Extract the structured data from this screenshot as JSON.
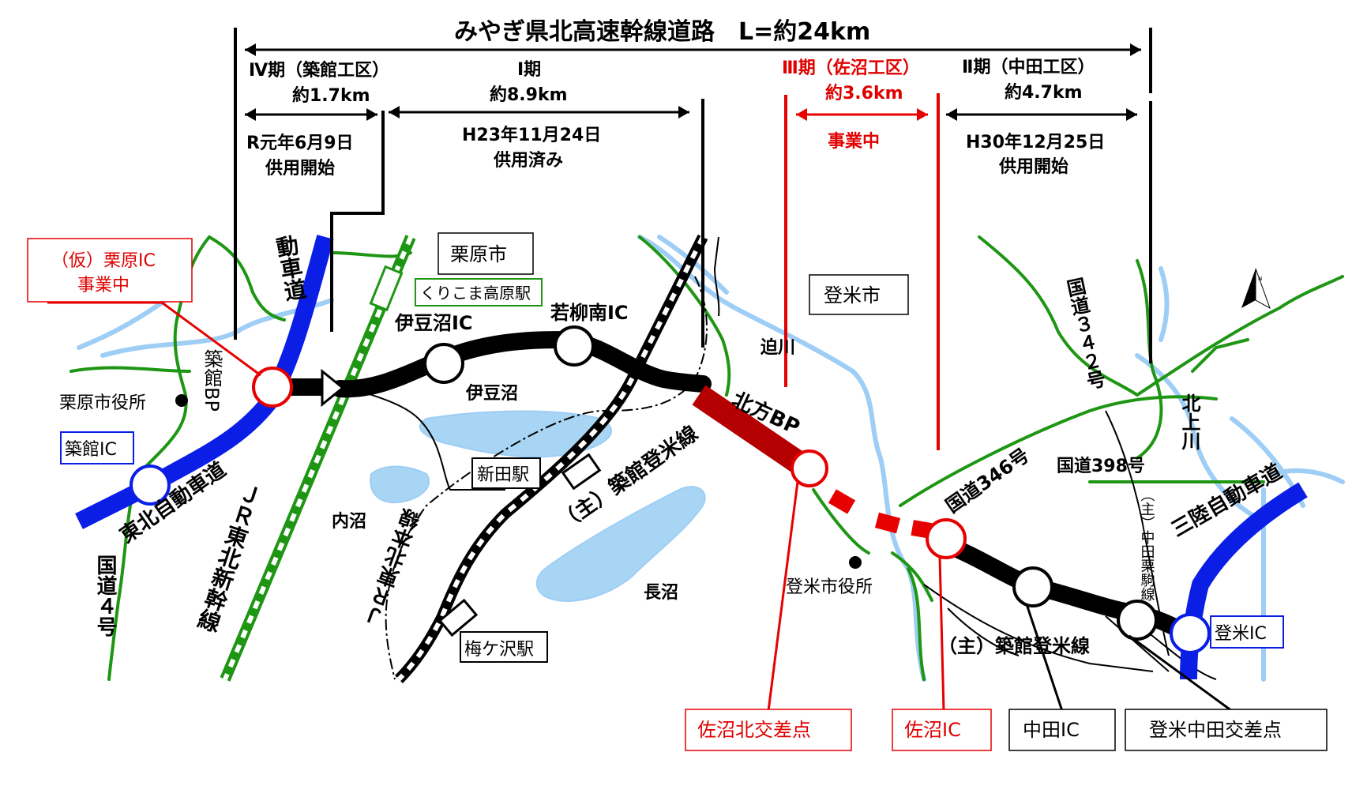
{
  "title": "みやぎ県北高速幹線道路　L=約24km",
  "sections": {
    "iv": {
      "name": "Ⅳ期（築館工区）",
      "length": "約1.7km",
      "status_line1": "R元年6月9日",
      "status_line2": "供用開始"
    },
    "i": {
      "name": "Ⅰ期",
      "length": "約8.9km",
      "status_line1": "H23年11月24日",
      "status_line2": "供用済み"
    },
    "iii": {
      "name": "Ⅲ期（佐沼工区）",
      "length": "約3.6km",
      "status_line1": "事業中"
    },
    "ii": {
      "name": "Ⅱ期（中田工区）",
      "length": "約4.7km",
      "status_line1": "H30年12月25日",
      "status_line2": "供用開始"
    }
  },
  "callouts": {
    "kurihara_ic_line1": "（仮）栗原IC",
    "kurihara_ic_line2": "事業中",
    "sanuma_kita": "佐沼北交差点",
    "sanuma_ic": "佐沼IC",
    "nakada_ic": "中田IC",
    "tome_nakada": "登米中田交差点"
  },
  "boxes": {
    "kurihara_city": "栗原市",
    "tome_city": "登米市",
    "kurikoma_station": "くりこま高原駅",
    "nitta_station": "新田駅",
    "umegasawa_station": "梅ケ沢駅",
    "tsukidate_ic": "築館IC",
    "tome_ic": "登米IC"
  },
  "labels": {
    "izunuma_ic": "伊豆沼IC",
    "wakayanagi_minami_ic": "若柳南IC",
    "izunuma": "伊豆沼",
    "uchinuma": "内沼",
    "naganuma": "長沼",
    "hasama_river": "迫川",
    "kitakami_river": "北上川",
    "kitakata_bp": "北方BP",
    "tsukidate_bp": "築館BP",
    "kurihara_office": "栗原市役所",
    "tome_office": "登米市役所",
    "tohoku_expressway_top": "動車道",
    "tohoku_expressway": "東北自動車道",
    "shinkansen": "ＪＲ東北新幹線",
    "jr_honsen": "ＪＲ東北本線",
    "pref_road_tsukidate_tome_center": "（主）築館登米線",
    "pref_road_tsukidate_tome_right": "（主）築館登米線",
    "route4": "国道４号",
    "route342": "国道３４２号",
    "route346": "国道346号",
    "route398": "国道398号",
    "nakada_kurikoma": "（主）中田栗駒線",
    "sanriku_expressway": "三陸自動車道"
  },
  "colors": {
    "expressway": "#0a1ee6",
    "target_road": "#000000",
    "in_progress": "#b40000",
    "green_road": "#1e9614",
    "river": "#9ecdf5",
    "lake": "#a8d5f3",
    "red_text": "#e00000",
    "box_border_green": "#1e9614",
    "box_border_blue": "#0a1ee6"
  },
  "north_arrow": "N"
}
